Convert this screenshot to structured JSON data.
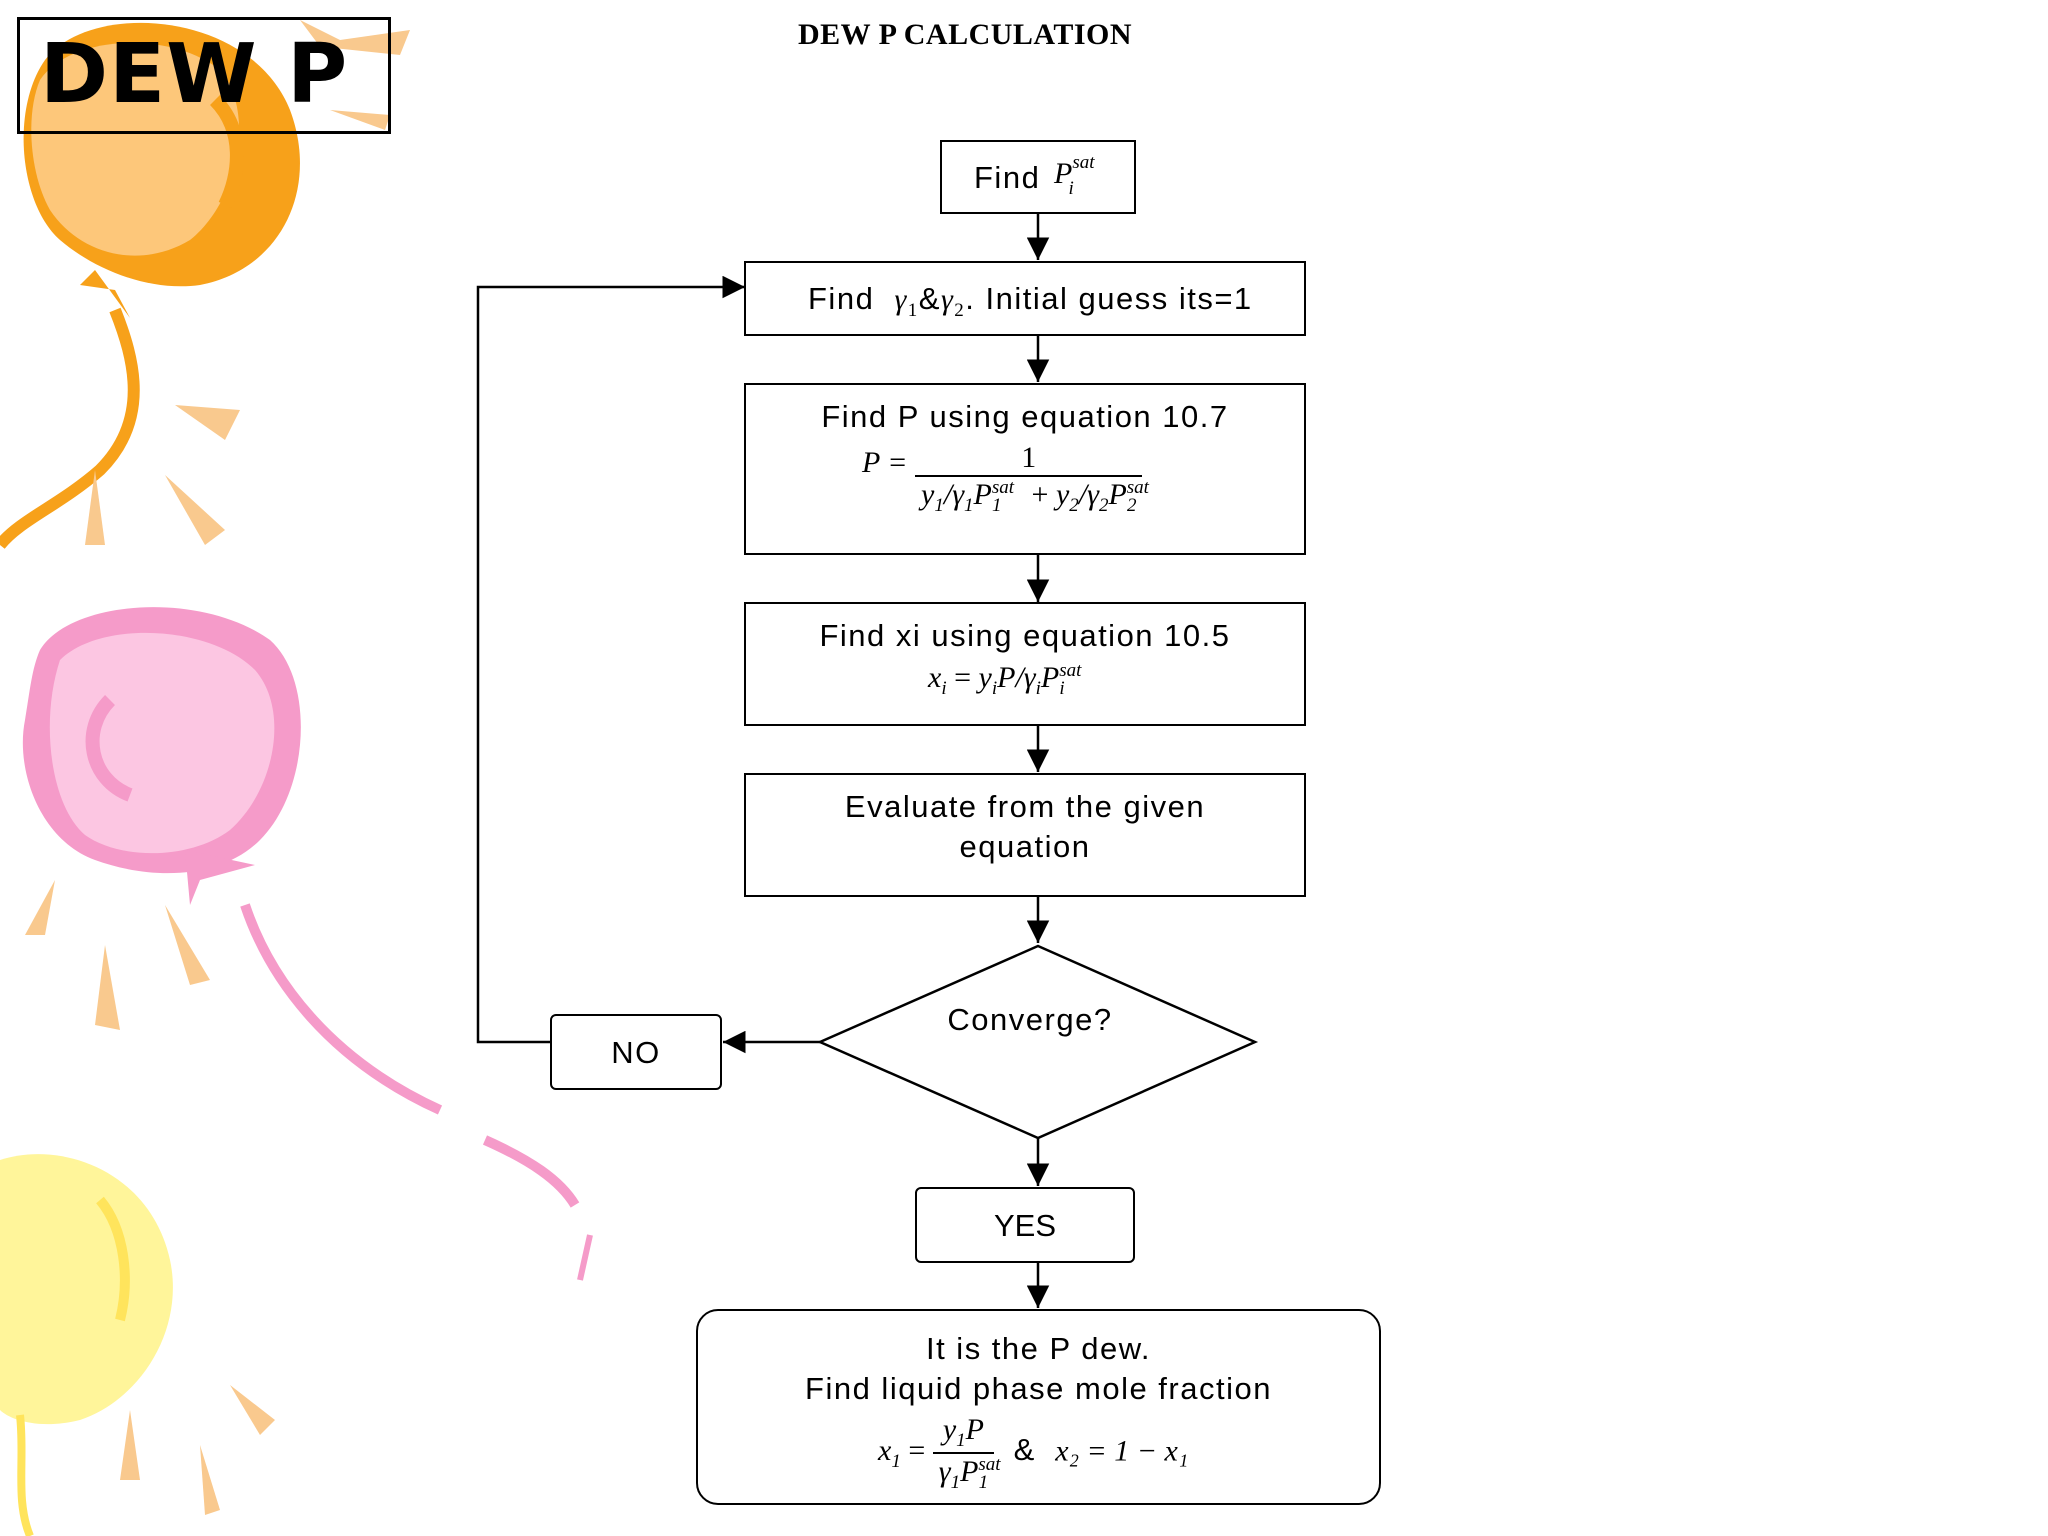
{
  "header": {
    "slide_label": "DEW  P",
    "title": "DEW  P CALCULATION"
  },
  "flowchart": {
    "step1": {
      "text": "Find",
      "formula_sym": "P",
      "formula_sup": "sat",
      "formula_sub": "i"
    },
    "step2": {
      "text_find": "Find",
      "gamma": "γ",
      "sub1": "1",
      "amp": "&",
      "sub2": "2",
      "text_rest": ". Initial guess its=1"
    },
    "step3": {
      "text": "Find P using equation 10.7",
      "lhs": "P =",
      "numerator": "1"
    },
    "step4": {
      "text": "Find xi using equation 10.5"
    },
    "step5": {
      "line1": "Evaluate from the given",
      "line2": "equation"
    },
    "decision": {
      "text": "Converge?"
    },
    "no_box": {
      "text": "NO"
    },
    "yes_box": {
      "text": "YES"
    },
    "final": {
      "line1": "It is the P dew.",
      "line2": "Find liquid phase mole fraction",
      "amp": "&",
      "rhs": "x₂ = 1 − x₁"
    }
  },
  "colors": {
    "orange_balloon": "#F7A11A",
    "orange_light": "#FDC77A",
    "pink_balloon": "#F59BC9",
    "pink_light": "#FCC6E2",
    "yellow_balloon": "#FFF59A",
    "ray_color": "#F9C98E"
  },
  "icons": {
    "balloons": [
      "orange-balloon-icon",
      "pink-balloon-icon",
      "yellow-balloon-icon"
    ]
  }
}
